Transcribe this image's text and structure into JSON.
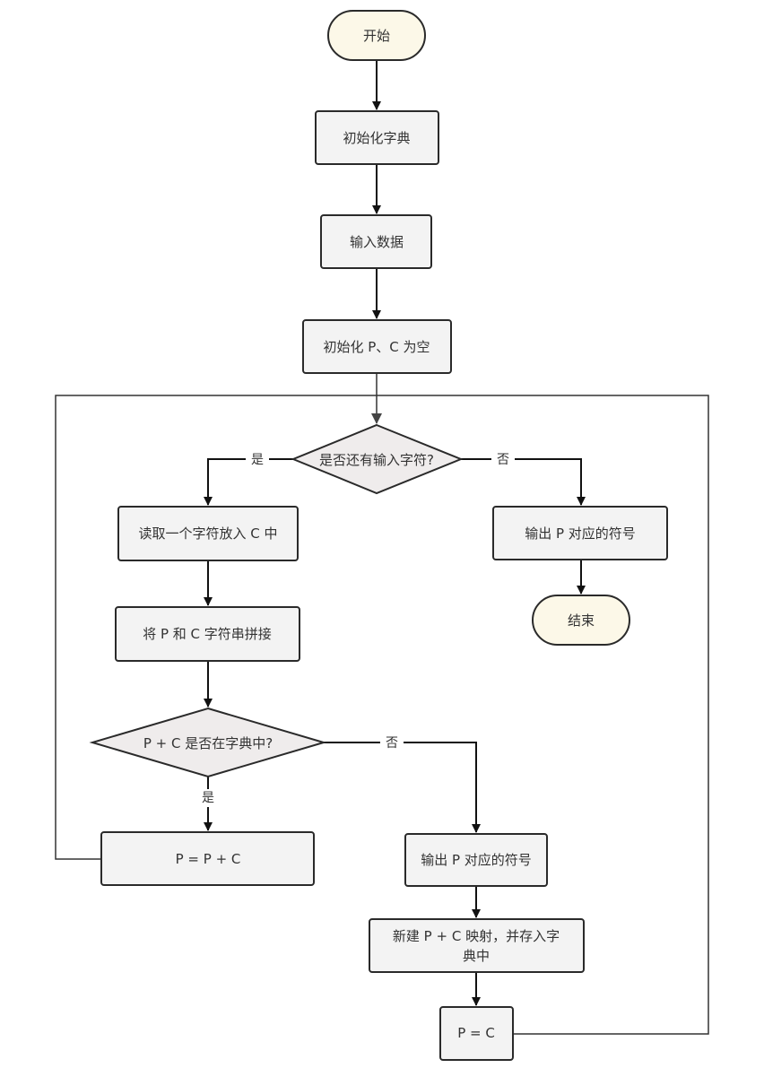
{
  "colors": {
    "terminal_fill": "#fcf8e8",
    "process_fill": "#f3f3f3",
    "decision_fill": "#efecec",
    "stroke": "#2a2a2a",
    "text": "#333333"
  },
  "nodes": {
    "start": "开始",
    "init_dict": "初始化字典",
    "input_data": "输入数据",
    "init_pc": "初始化 P、C 为空",
    "has_input": "是否还有输入字符?",
    "read_char": "读取一个字符放入 C 中",
    "concat": "将 P 和 C 字符串拼接",
    "in_dict": "P + C 是否在字典中?",
    "p_eq_pc": "P = P + C",
    "output_p_right": "输出 P 对应的符号",
    "end": "结束",
    "output_p_mid": "输出 P 对应的符号",
    "new_entry_line1": "新建 P + C 映射，并存入字",
    "new_entry_line2": "典中",
    "p_eq_c": "P = C"
  },
  "edge_labels": {
    "has_input_yes": "是",
    "has_input_no": "否",
    "in_dict_yes": "是",
    "in_dict_no": "否"
  }
}
